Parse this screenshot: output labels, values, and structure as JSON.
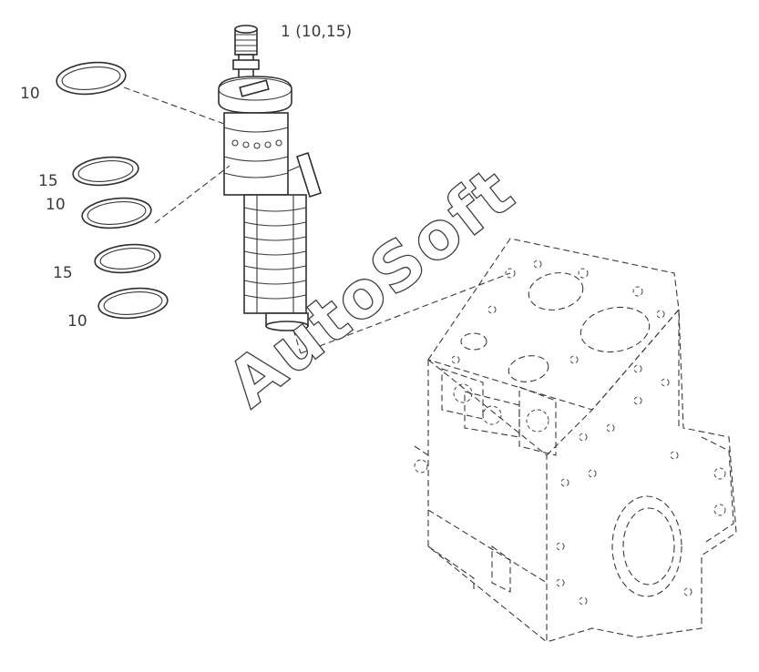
{
  "callouts": {
    "main_part": "1 (10,15)",
    "ring_top": "10",
    "ring_a": "15",
    "ring_b": "10",
    "ring_c": "15",
    "ring_d": "10"
  },
  "watermark": "AutoSoft",
  "colors": {
    "line": "#2e2e2e",
    "background": "#ffffff"
  }
}
